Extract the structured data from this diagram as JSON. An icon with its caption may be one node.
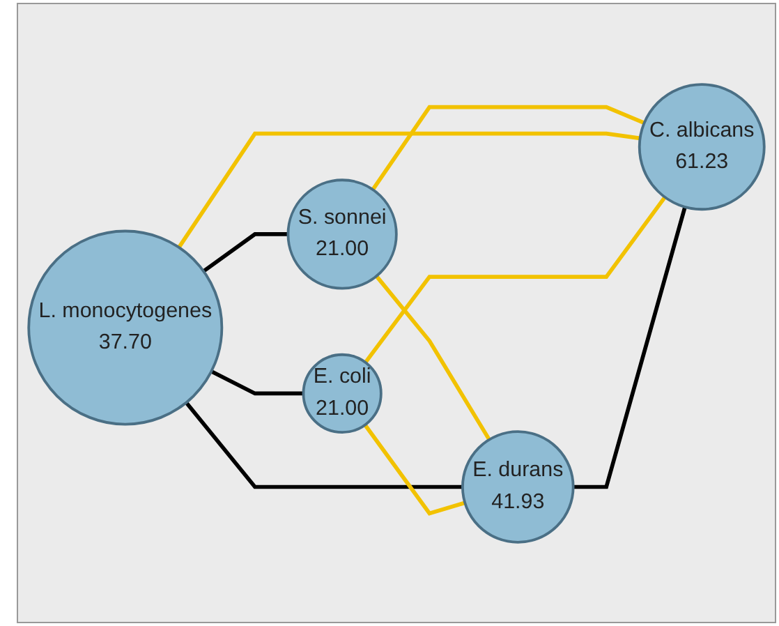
{
  "diagram": {
    "nodes": [
      {
        "text": [
          "S. sonnei",
          "21.00"
        ]
      },
      {
        "text": [
          "L. monocytogenes",
          "37.70"
        ]
      },
      {
        "text": [
          "C. albicans",
          "61.23"
        ]
      },
      {
        "text": [
          "E. coli",
          "21.00"
        ]
      },
      {
        "text": [
          "E. durans",
          "41.93"
        ]
      }
    ],
    "edges": [
      {
        "from": 1,
        "to": 0,
        "arrow": "none",
        "color": "#000000"
      },
      {
        "from": 0,
        "to": 4,
        "arrow": "none"
      },
      {
        "from": 0,
        "to": 2,
        "arrow": "none"
      },
      {
        "from": 1,
        "to": 2,
        "arrow": "none"
      },
      {
        "from": 1,
        "to": 3,
        "arrow": "none",
        "color": "#000000"
      },
      {
        "from": 1,
        "to": 4,
        "arrow": "none",
        "color": "#000000"
      },
      {
        "from": 3,
        "to": 2,
        "arrow": "none"
      },
      {
        "from": 3,
        "to": 4,
        "arrow": "none"
      },
      {
        "from": 4,
        "to": 2,
        "arrow": "none",
        "color": "#000000"
      }
    ]
  }
}
